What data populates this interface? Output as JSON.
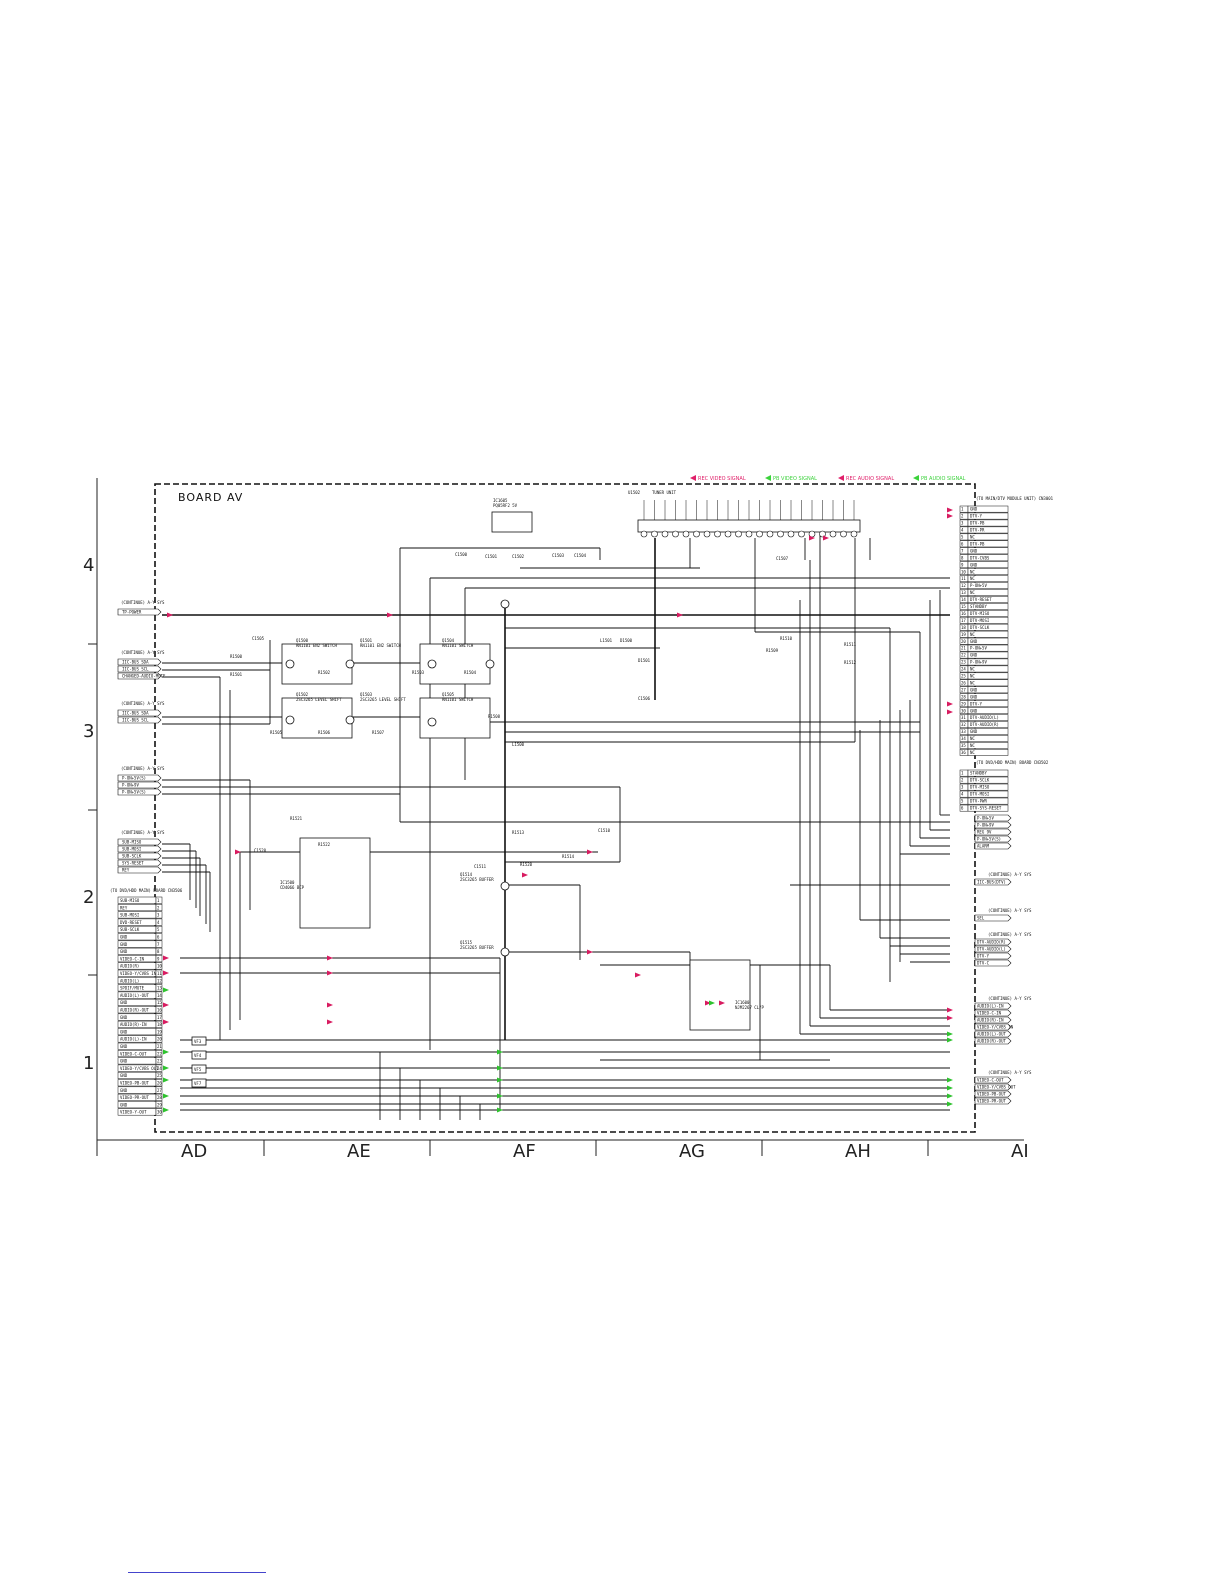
{
  "board_title": "BOARD  AV",
  "legend": [
    {
      "label": "REC VIDEO SIGNAL",
      "color": "#e0206a"
    },
    {
      "label": "PB VIDEO SIGNAL",
      "color": "#3bd23b"
    },
    {
      "label": "REC AUDIO SIGNAL",
      "color": "#e0206a"
    },
    {
      "label": "PB AUDIO SIGNAL",
      "color": "#3bd23b"
    }
  ],
  "zones": [
    "AD",
    "AE",
    "AF",
    "AG",
    "AH",
    "AI"
  ],
  "rows": [
    "4",
    "3",
    "2",
    "1"
  ],
  "ics": [
    {
      "ref": "IC1500",
      "part": "CD4066 BCP"
    },
    {
      "ref": "IC1600",
      "part": "NJM2267 CL/P"
    },
    {
      "ref": "IC1605",
      "part": "PQ05RF2 5V"
    }
  ],
  "transistors": [
    {
      "ref": "Q1500",
      "part": "RN1101 EN2 SWITCH"
    },
    {
      "ref": "Q1501",
      "part": "RN1101 EN2 SWITCH"
    },
    {
      "ref": "Q1502",
      "part": "2SC3265 LEVEL SHIFT"
    },
    {
      "ref": "Q1503",
      "part": "2SC3265 LEVEL SHIFT"
    },
    {
      "ref": "Q1504",
      "part": "RN1101 SWITCH"
    },
    {
      "ref": "Q1505",
      "part": "RN1101 SWITCH"
    },
    {
      "ref": "Q1514",
      "part": "2SC3265 BUFFER"
    },
    {
      "ref": "Q1515",
      "part": "2SC3265 BUFFER"
    }
  ],
  "tuner": {
    "ref": "U1502",
    "label": "TUNER UNIT"
  },
  "connectors_left": [
    {
      "title": "(CONTINUE) A-Y SYS",
      "pins": [
        "TP-POWER"
      ]
    },
    {
      "title": "(CONTINUE) A-Y SYS",
      "pins": [
        "IIC-BUS SDA",
        "IIC-BUS SCL",
        "CHANGED-AUDIO-MUTE"
      ]
    },
    {
      "title": "(CONTINUE) A-Y SYS",
      "pins": [
        "IIC-BUS SDA",
        "IIC-BUS SCL"
      ]
    },
    {
      "title": "(CONTINUE) A-Y SYS",
      "pins": [
        "P-ON+5V(S)",
        "P-ON+9V",
        "P-ON+5V(S)"
      ]
    },
    {
      "title": "(CONTINUE) A-Y SYS",
      "pins": [
        "SUB-MISO",
        "SUB-MOSI",
        "SUB-SCLK",
        "SYS-RESET",
        "REY"
      ]
    }
  ],
  "connector_dvd": {
    "title": "(TO DVD/HDD MAIN) BOARD CN3506",
    "pins": [
      "SUB-MISO",
      "REY",
      "SUB-MOSI",
      "DVD-RESET",
      "SUB-SCLK",
      "GND",
      "GND",
      "GND",
      "VIDEO-C-IN",
      "AUDIO(R)",
      "VIDEO-Y/CVBS IN",
      "AUDIO(L)",
      "SPDIF/MUTE",
      "AUDIO(L)-OUT",
      "GND",
      "AUDIO(R)-OUT",
      "GND",
      "AUDIO(R)-IN",
      "GND",
      "AUDIO(L)-IN",
      "GND",
      "VIDEO-C-OUT",
      "GND",
      "VIDEO-Y/CVBS OUT",
      "GND",
      "VIDEO-PB-OUT",
      "GND",
      "VIDEO-PR-OUT",
      "GND",
      "VIDEO-Y-OUT"
    ]
  },
  "connector_right_top": {
    "title": "(TO MAIN/DTV MODULE UNIT) CN3001",
    "pins": [
      "GND",
      "DTV-Y",
      "DTV-PB",
      "DTV-PR",
      "NC",
      "DTV-PB",
      "GND",
      "DTV-CVBS",
      "GND",
      "NC",
      "NC",
      "P-ON+5V",
      "NC",
      "DTV-RESET",
      "STANDBY",
      "DTV-MISO",
      "DTV-MOSI",
      "DTV-SCLK",
      "NC",
      "GND",
      "P-ON+5V",
      "GND",
      "P-ON+9V",
      "NC",
      "NC",
      "NC",
      "GND",
      "GND",
      "DTV-Y",
      "GND",
      "DTV-AUDIO(L)",
      "DTV-AUDIO(R)",
      "GND",
      "NC",
      "NC",
      "NC"
    ]
  },
  "connector_right_dvd": {
    "title": "(TO DVD/HDD MAIN) BOARD CN3502",
    "pins": [
      "STANDBY",
      "DTV-SCLK",
      "DTV-MISO",
      "DTV-MOSI",
      "DTV-PWR",
      "DTV-SYS-RESET"
    ]
  },
  "connectors_right": [
    {
      "title": "",
      "pins": [
        "P-ON+5V",
        "P-ON+9V",
        "REG 9V",
        "P-ON+5V(S)",
        "ALARM"
      ]
    },
    {
      "title": "(CONTINUE) A-Y SYS",
      "pins": [
        "IIC-BUS(DTV)"
      ]
    },
    {
      "title": "(CONTINUE) A-Y SYS",
      "pins": [
        "SEL"
      ]
    },
    {
      "title": "(CONTINUE) A-Y SYS",
      "pins": [
        "DTV-AUDIO(R)",
        "DTV-AUDIO(L)",
        "DTV-Y",
        "DTV-C"
      ]
    },
    {
      "title": "(CONTINUE) A-Y SYS",
      "pins": [
        "AUDIO(L)-IN",
        "VIDEO-C-IN",
        "AUDIO(R)-IN",
        "VIDEO-Y/CVBS IN",
        "AUDIO(L)-OUT",
        "AUDIO(R)-OUT"
      ]
    },
    {
      "title": "(CONTINUE) A-Y SYS",
      "pins": [
        "VIDEO-C-OUT",
        "VIDEO-Y/CVBS OUT",
        "VIDEO-PB-OUT",
        "VIDEO-PR-OUT"
      ]
    }
  ],
  "test_points": [
    "VF3",
    "VF4",
    "VF5",
    "VF7"
  ],
  "part_labels": [
    "C1500",
    "C1501",
    "C1502",
    "C1503",
    "C1504",
    "C1505",
    "R1500",
    "R1501",
    "R1502",
    "R1503",
    "R1504",
    "R1505",
    "R1506",
    "R1507",
    "R1508",
    "L1500",
    "L1501",
    "D1500",
    "D1501",
    "C1506",
    "C1507",
    "R1509",
    "R1510",
    "R1511",
    "R1512",
    "R1513",
    "R1514",
    "C1510",
    "C1511",
    "R1520",
    "R1521",
    "R1522",
    "C1520"
  ]
}
